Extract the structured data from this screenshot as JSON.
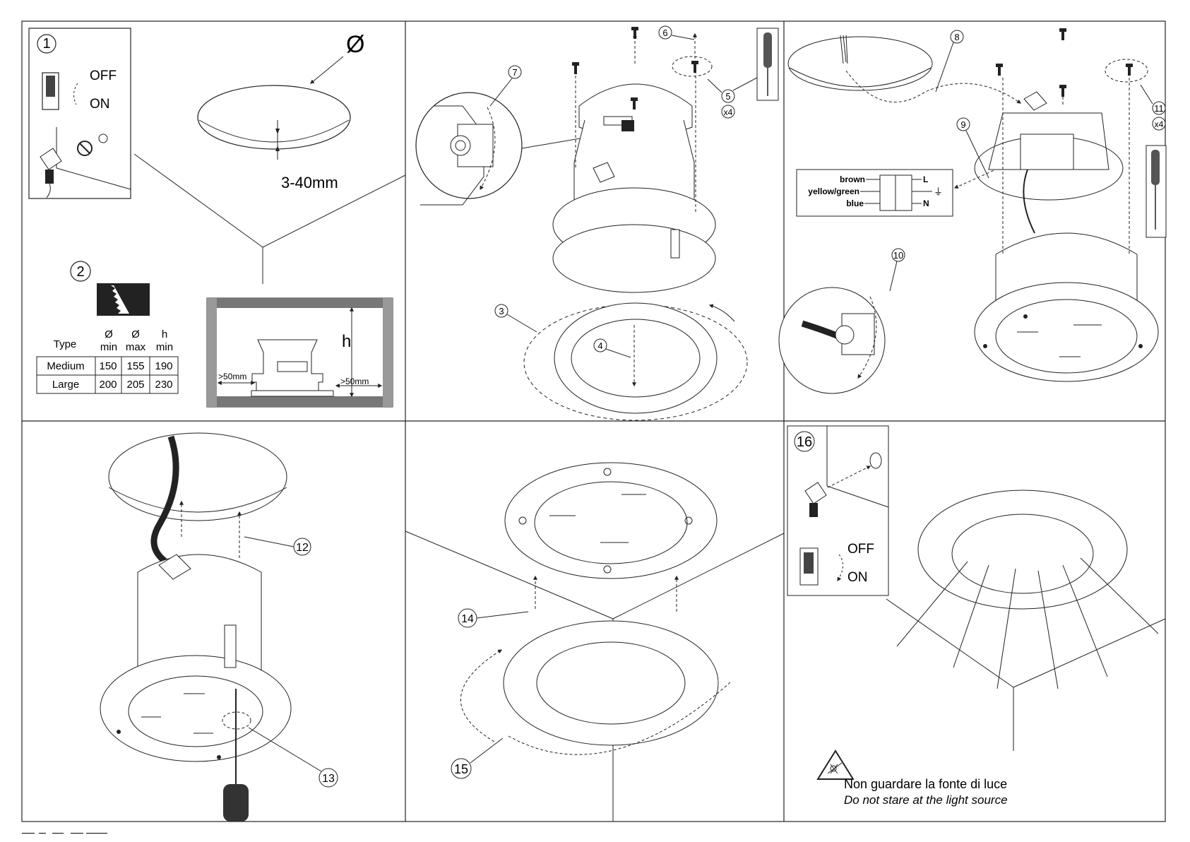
{
  "panel1": {
    "step_power": "1",
    "switch_off": "OFF",
    "switch_on": "ON",
    "diameter_symbol": "Ø",
    "ceiling_thickness": "3-40mm",
    "step_cut": "2",
    "table": {
      "headers": [
        [
          "Type",
          ""
        ],
        [
          "Ø",
          "min"
        ],
        [
          "Ø",
          "max"
        ],
        [
          "h",
          "min"
        ]
      ],
      "rows": [
        [
          "Medium",
          "150",
          "155",
          "190"
        ],
        [
          "Large",
          "200",
          "205",
          "230"
        ]
      ]
    },
    "section": {
      "h_label": "h",
      "clearance_left": ">50mm",
      "clearance_right": ">50mm"
    }
  },
  "panel2": {
    "callouts": [
      "3",
      "4",
      "5",
      "6",
      "7"
    ],
    "multiplier": "x4"
  },
  "panel3": {
    "callouts": [
      "8",
      "9",
      "10",
      "11"
    ],
    "multiplier": "x4",
    "wiring": [
      {
        "wire": "brown",
        "terminal": "L"
      },
      {
        "wire": "yellow/green",
        "terminal": "⏚"
      },
      {
        "wire": "blue",
        "terminal": "N"
      }
    ]
  },
  "panel4": {
    "callouts": [
      "12",
      "13"
    ]
  },
  "panel5": {
    "callouts": [
      "14",
      "15"
    ]
  },
  "panel6": {
    "step_power": "16",
    "switch_off": "OFF",
    "switch_on": "ON",
    "warning_it": "Non guardare la fonte di luce",
    "warning_en": "Do not stare at the light source"
  }
}
